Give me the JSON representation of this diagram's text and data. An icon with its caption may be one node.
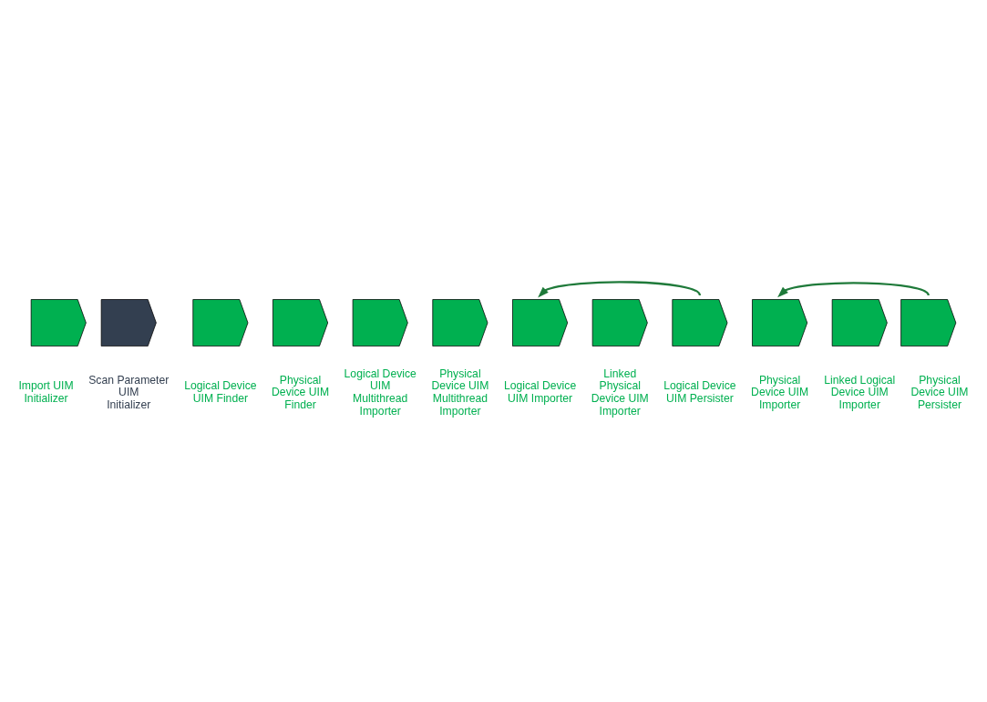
{
  "diagram": {
    "nodes": [
      {
        "text": [],
        "shape": "chevron",
        "beside": [
          "Import UIM Initializer"
        ]
      },
      {
        "text": [],
        "shape": "chevron",
        "beside": [
          "Scan Parameter UIM Initializer"
        ]
      },
      {
        "text": [],
        "shape": "chevron",
        "beside": [
          "Logical Device UIM Finder"
        ]
      },
      {
        "text": [],
        "shape": "chevron",
        "beside": [
          "Physical Device UIM Finder"
        ]
      },
      {
        "text": [],
        "shape": "chevron",
        "beside": [
          "Logical Device UIM Multithread Importer"
        ]
      },
      {
        "text": [],
        "shape": "chevron",
        "beside": [
          "Physical Device UIM Multithread Importer"
        ]
      },
      {
        "text": [],
        "shape": "chevron",
        "beside": [
          "Logical Device UIM Importer"
        ]
      },
      {
        "text": [],
        "shape": "chevron",
        "beside": [
          "Linked Physical Device UIM Importer"
        ]
      },
      {
        "text": [],
        "shape": "chevron",
        "beside": [
          "Logical Device UIM Persister"
        ]
      },
      {
        "text": [],
        "shape": "chevron",
        "beside": [
          "Physical Device UIM Importer"
        ]
      },
      {
        "text": [],
        "shape": "chevron",
        "beside": [
          "Linked Logical Device UIM Importer"
        ]
      },
      {
        "text": [],
        "shape": "chevron",
        "beside": [
          "Physical Device UIM Persister"
        ]
      }
    ],
    "edges": [
      {
        "from": 8,
        "to": 6,
        "arrow": "to"
      },
      {
        "from": 11,
        "to": 9,
        "arrow": "to"
      }
    ]
  }
}
